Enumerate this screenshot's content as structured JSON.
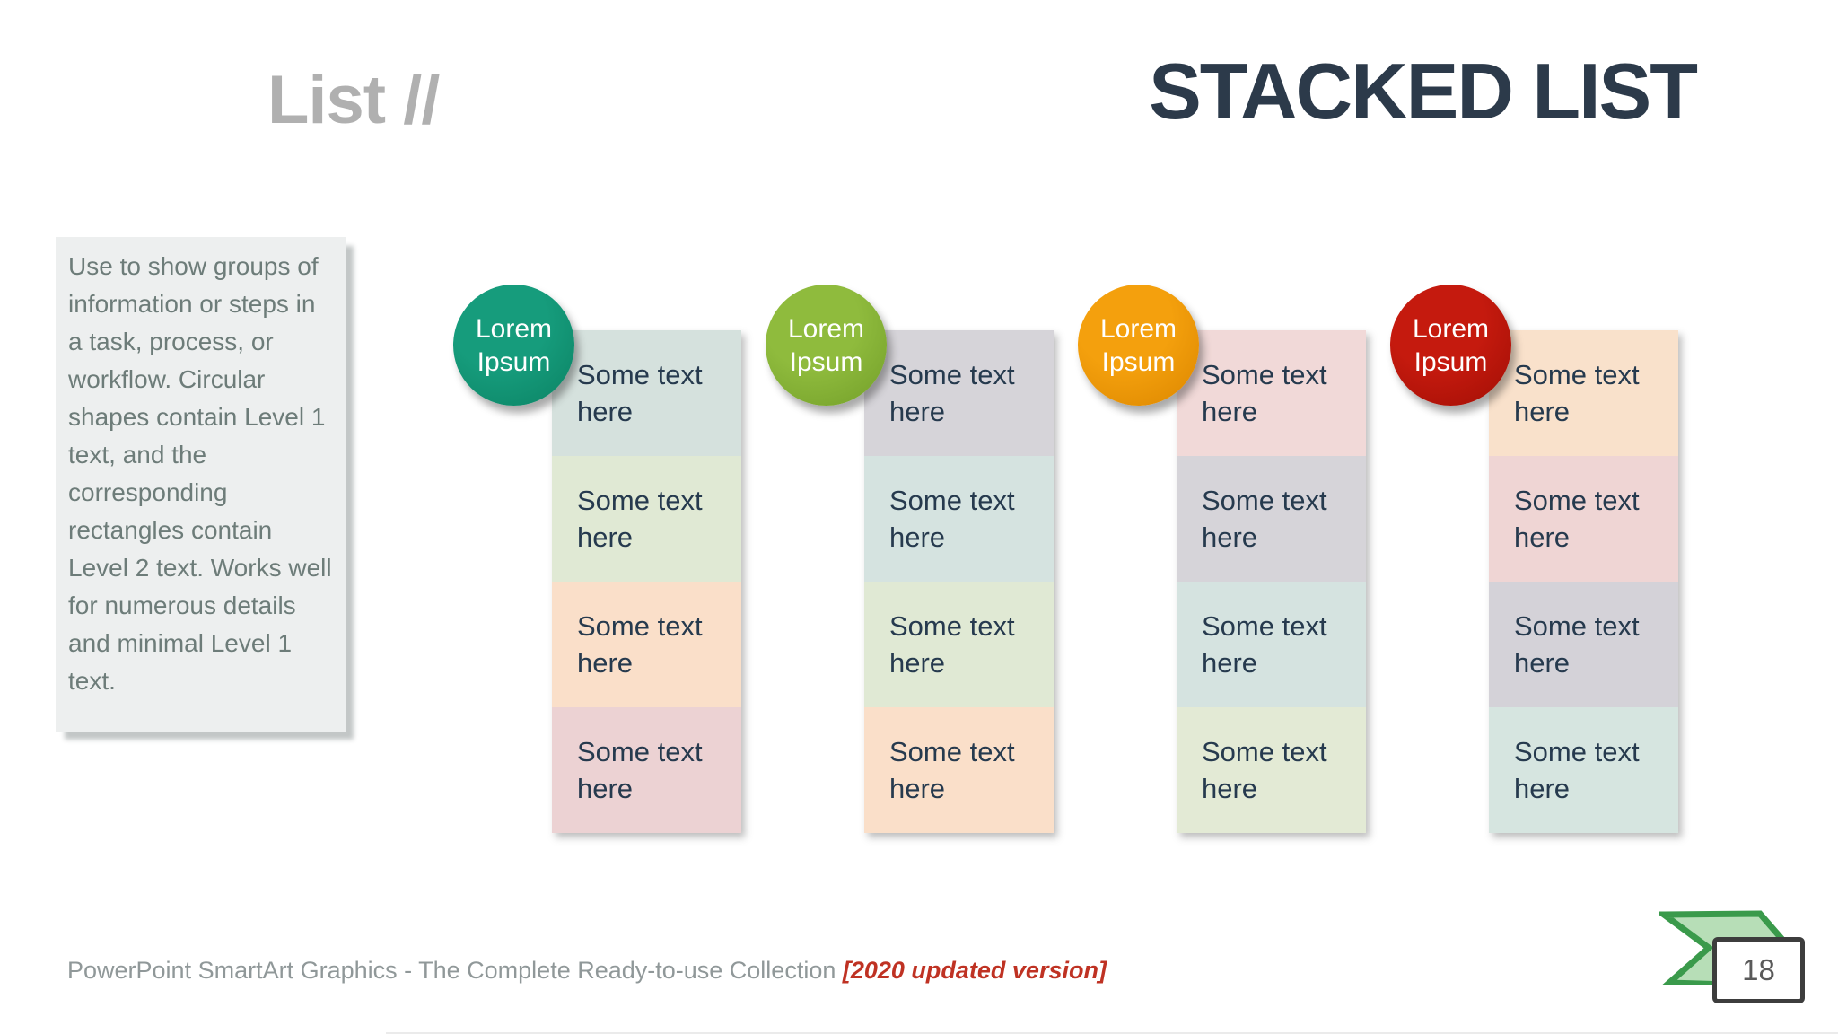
{
  "slide": {
    "kicker": "List //",
    "title": "STACKED LIST",
    "description": "Use to show groups of information or steps in a task, process, or workflow. Circular shapes contain Level 1 text, and the corresponding rectangles contain Level 2 text. Works well for numerous details and minimal Level 1 text.",
    "page_number": "18"
  },
  "footer": {
    "text": "PowerPoint SmartArt Graphics - The Complete Ready-to-use Collection ",
    "highlight": "[2020 updated version]"
  },
  "colors": {
    "title_text": "#2c3a4a",
    "kicker_text": "#b0b0b0",
    "description_text": "#6d7c79",
    "item_text": "#263a4e",
    "footer_text": "#909899",
    "footer_highlight": "#bf3223",
    "ribbon_fill": "#b7deb7",
    "ribbon_stroke": "#3a9a4b",
    "page_box_border": "#3d3d3d"
  },
  "stacked_list": {
    "columns": [
      {
        "level1": "Lorem Ipsum",
        "circle": "#169c7c",
        "circle_dark": "#0c8465",
        "items": [
          {
            "label": "Some text here",
            "bg": "#d5e1dd"
          },
          {
            "label": "Some text here",
            "bg": "#e0e9d4"
          },
          {
            "label": "Some text here",
            "bg": "#fadfc9"
          },
          {
            "label": "Some text here",
            "bg": "#ecd2d3"
          }
        ]
      },
      {
        "level1": "Lorem Ipsum",
        "circle": "#8fbb3d",
        "circle_dark": "#74a02a",
        "items": [
          {
            "label": "Some text here",
            "bg": "#d6d4d9"
          },
          {
            "label": "Some text here",
            "bg": "#d5e3e0"
          },
          {
            "label": "Some text here",
            "bg": "#e0e9d4"
          },
          {
            "label": "Some text here",
            "bg": "#fadfc9"
          }
        ]
      },
      {
        "level1": "Lorem Ipsum",
        "circle": "#f4a00d",
        "circle_dark": "#dd8800",
        "items": [
          {
            "label": "Some text here",
            "bg": "#f1d9d8"
          },
          {
            "label": "Some text here",
            "bg": "#d6d4d9"
          },
          {
            "label": "Some text here",
            "bg": "#d5e3e0"
          },
          {
            "label": "Some text here",
            "bg": "#e3ead5"
          }
        ]
      },
      {
        "level1": "Lorem Ipsum",
        "circle": "#c51a0e",
        "circle_dark": "#a30f06",
        "items": [
          {
            "label": "Some text here",
            "bg": "#f9e1cb"
          },
          {
            "label": "Some text here",
            "bg": "#efd5d4"
          },
          {
            "label": "Some text here",
            "bg": "#d4d2d8"
          },
          {
            "label": "Some text here",
            "bg": "#d6e5e0"
          }
        ]
      }
    ]
  }
}
